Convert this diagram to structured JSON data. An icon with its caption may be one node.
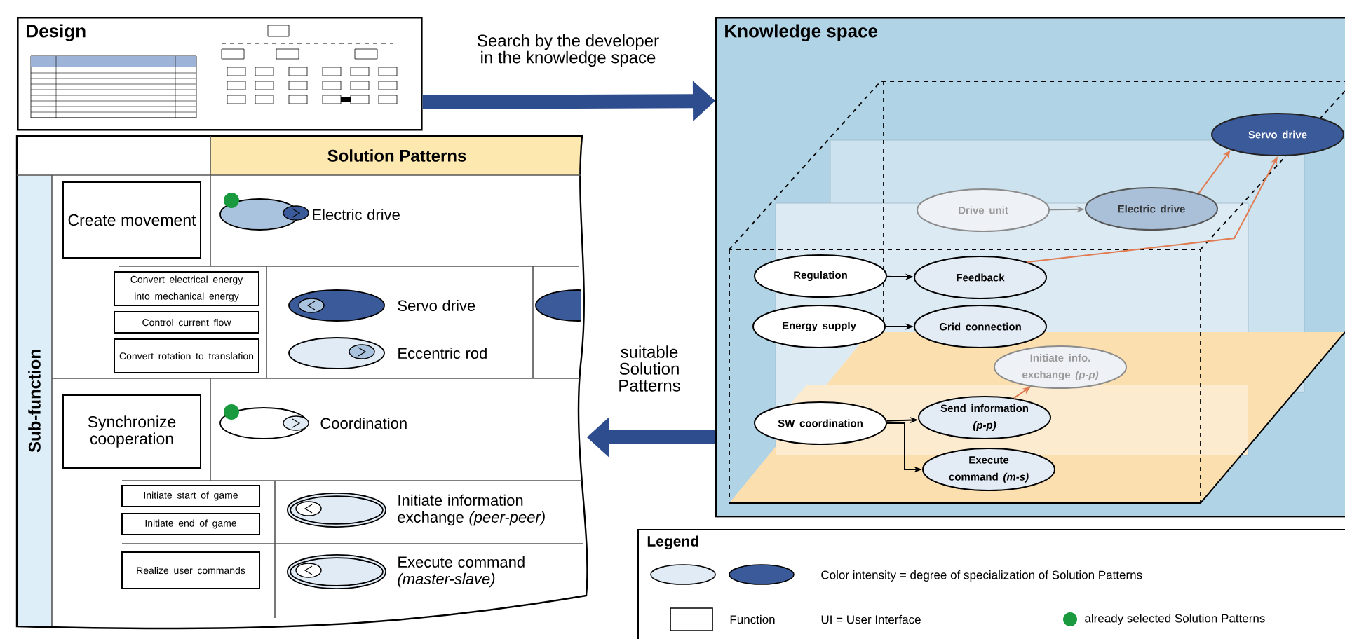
{
  "diagram": {
    "nodes": [
      {
        "text": [
          "Design"
        ]
      },
      {
        "text": [
          "Knowledge space"
        ]
      },
      {
        "text": [
          "Solution Patterns",
          "Sub-function"
        ]
      },
      {
        "text": [
          "Create movement"
        ],
        "in": 2
      },
      {
        "text": [],
        "shape": "ellipse",
        "beside": [
          "Electric drive"
        ],
        "in": 2
      },
      {
        "text": [
          "Convert electrical energy into mechanical energy"
        ],
        "in": 2
      },
      {
        "text": [
          "Control current flow"
        ],
        "in": 2
      },
      {
        "text": [
          "Convert rotation to translation"
        ],
        "in": 2
      },
      {
        "text": [],
        "shape": "ellipse",
        "beside": [
          "Servo drive"
        ],
        "in": 2
      },
      {
        "text": [],
        "shape": "ellipse",
        "beside": [
          "Eccentric rod"
        ],
        "in": 2
      },
      {
        "text": [],
        "shape": "ellipse",
        "in": 2
      },
      {
        "text": [
          "Synchronize cooperation"
        ],
        "in": 2
      },
      {
        "text": [],
        "shape": "ellipse",
        "beside": [
          "Coordination"
        ],
        "in": 2
      },
      {
        "text": [
          "Initiate start of game"
        ],
        "in": 2
      },
      {
        "text": [
          "Initiate end of game"
        ],
        "in": 2
      },
      {
        "text": [],
        "shape": "ellipse",
        "beside": [
          "Initiate information exchange *(peer-peer)*"
        ],
        "in": 2
      },
      {
        "text": [
          "Realize user commands"
        ],
        "in": 2
      },
      {
        "text": [],
        "shape": "ellipse",
        "beside": [
          "Execute command *(master-slave)*"
        ],
        "in": 2
      },
      {
        "text": [
          "Drive unit"
        ],
        "in": 1
      },
      {
        "text": [
          "Electric drive"
        ],
        "in": 1
      },
      {
        "text": [
          "Servo drive"
        ],
        "in": 1
      },
      {
        "text": [
          "Regulation"
        ],
        "in": 1
      },
      {
        "text": [
          "Feedback"
        ],
        "in": 1
      },
      {
        "text": [
          "Energy supply"
        ],
        "in": 1
      },
      {
        "text": [
          "Grid connection"
        ],
        "in": 1
      },
      {
        "text": [
          "Initiate info. exchange *(p-p)*"
        ],
        "in": 1
      },
      {
        "text": [
          "SW coordination"
        ],
        "in": 1
      },
      {
        "text": [
          "Send information *(p-p)*"
        ],
        "in": 1
      },
      {
        "text": [
          "Execute command *(m-s)*"
        ],
        "in": 1
      }
    ],
    "edges": [
      {
        "from": 0,
        "to": 1,
        "arrow": "to",
        "label": "Search by the developer in the knowledge space",
        "style": "thick",
        "color": "#2e4d8e"
      },
      {
        "from": 1,
        "to": 2,
        "arrow": "to",
        "label": "suitable Solution Patterns",
        "style": "thick",
        "color": "#2e4d8e"
      },
      {
        "from": 18,
        "to": 19,
        "arrow": "to",
        "color": "#8c8c8c"
      },
      {
        "from": 21,
        "to": 22,
        "arrow": "to"
      },
      {
        "from": 23,
        "to": 24,
        "arrow": "to"
      },
      {
        "from": 26,
        "to": 27,
        "arrow": "to"
      },
      {
        "from": 26,
        "to": 28,
        "arrow": "to"
      },
      {
        "from": 22,
        "to": 20,
        "arrow": "to",
        "color": "#e07a50"
      },
      {
        "from": 19,
        "to": 20,
        "arrow": "to",
        "color": "#e07a50"
      },
      {
        "from": 27,
        "to": 25,
        "arrow": "to",
        "color": "#e07a50"
      }
    ],
    "labels": [
      "Legend",
      "UI = User Interface"
    ],
    "legend": [
      {
        "text": "Color intensity = degree of specialization of Solution Patterns"
      },
      {
        "text": "Function"
      },
      {
        "text": "already selected Solution Patterns",
        "color": "#1a9a3e"
      }
    ]
  }
}
